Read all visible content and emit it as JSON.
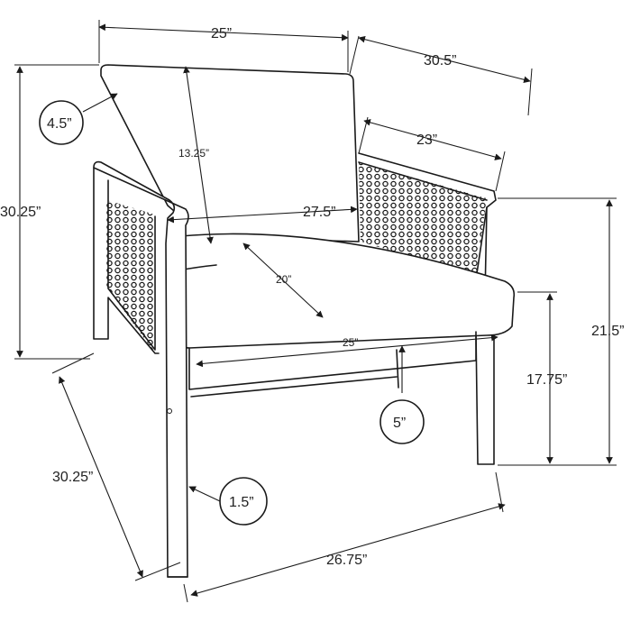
{
  "dimensions": {
    "top_width": "25”",
    "top_depth": "30.5”",
    "arm_length": "23”",
    "back_thickness": "4.5”",
    "back_height_total": "30.25”",
    "backrest_height": "13.25”",
    "inner_width": "27.5”",
    "seat_depth": "20”",
    "seat_width": "25”",
    "arm_height": "21.5”",
    "seat_height": "17.75”",
    "cushion_thickness": "5”",
    "leg_thickness": "1.5”",
    "base_depth": "30.25”",
    "base_width": "26.75”"
  }
}
